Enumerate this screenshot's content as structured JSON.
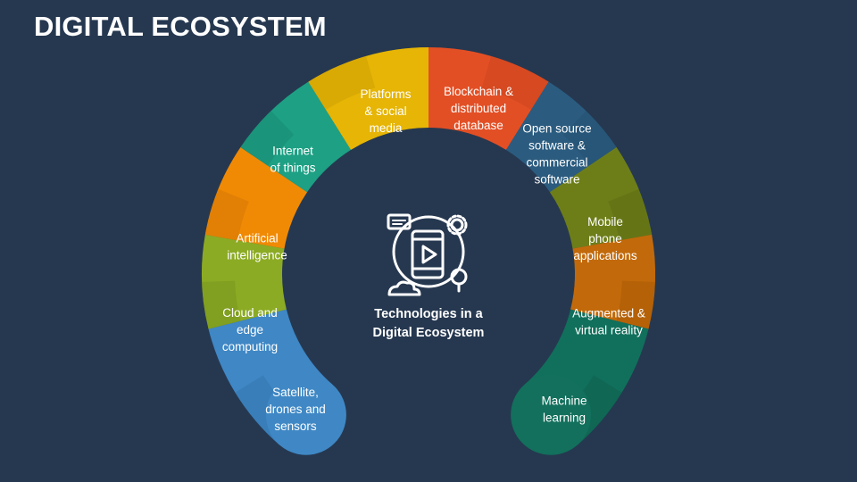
{
  "title": "DIGITAL ECOSYSTEM",
  "center": {
    "icon": "smartphone-play-icon",
    "label_lines": [
      "Technologies in a",
      "Digital Ecosystem"
    ]
  },
  "segments": [
    {
      "id": "satellite",
      "lines": [
        "Satellite,",
        "drones and",
        "sensors"
      ],
      "color": "#3F88C5",
      "dark": "#2F6FA4"
    },
    {
      "id": "cloud",
      "lines": [
        "Cloud and",
        "edge",
        "computing"
      ],
      "color": "#8DAB24",
      "dark": "#6F8A1A"
    },
    {
      "id": "ai",
      "lines": [
        "Artificial",
        "intelligence"
      ],
      "color": "#F08A05",
      "dark": "#C66F05"
    },
    {
      "id": "iot",
      "lines": [
        "Internet",
        "of things"
      ],
      "color": "#1EA084",
      "dark": "#15806A"
    },
    {
      "id": "platforms",
      "lines": [
        "Platforms",
        "& social",
        "media"
      ],
      "color": "#E6B506",
      "dark": "#C39404"
    },
    {
      "id": "blockchain",
      "lines": [
        "Blockchain &",
        "distributed",
        "database"
      ],
      "color": "#E34F26",
      "dark": "#BF3E1B"
    },
    {
      "id": "opensource",
      "lines": [
        "Open source",
        "software &",
        "commercial",
        "software"
      ],
      "color": "#2C5D80",
      "dark": "#214A68"
    },
    {
      "id": "mobile",
      "lines": [
        "Mobile",
        "phone",
        "applications"
      ],
      "color": "#6E7E19",
      "dark": "#586511"
    },
    {
      "id": "arvr",
      "lines": [
        "Augmented &",
        "virtual reality"
      ],
      "color": "#C26A0B",
      "dark": "#9B5206"
    },
    {
      "id": "ml",
      "lines": [
        "Machine",
        "learning"
      ],
      "color": "#12705C",
      "dark": "#0D5A49"
    }
  ]
}
